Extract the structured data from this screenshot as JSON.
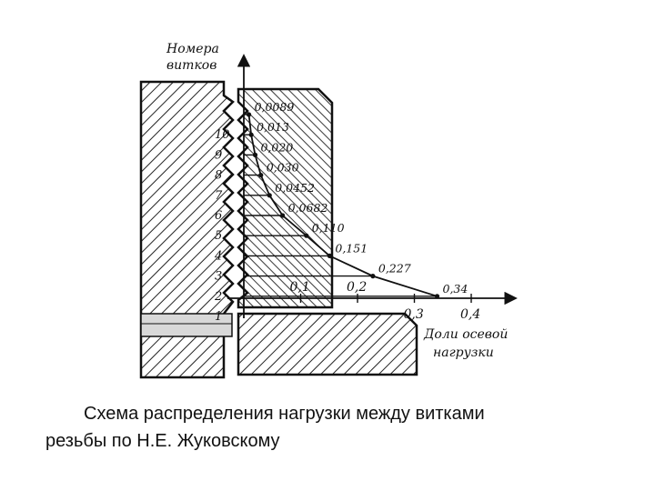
{
  "figure": {
    "y_axis_title": [
      "Номера",
      "витков"
    ],
    "x_axis_title": [
      "Доли осевой",
      "нагрузки"
    ],
    "x_ticks": [
      "0,1",
      "0,2",
      "0,3",
      "0,4"
    ]
  },
  "chart_data": {
    "type": "line",
    "x_axis_label": "Доли осевой нагрузки",
    "y_axis_label": "Номера витков",
    "points": [
      {
        "turn": "1",
        "label": "",
        "share": null
      },
      {
        "turn": "2",
        "label": "0,34",
        "share": 0.34
      },
      {
        "turn": "3",
        "label": "0,227",
        "share": 0.227
      },
      {
        "turn": "4",
        "label": "0,151",
        "share": 0.151
      },
      {
        "turn": "5",
        "label": "0,110",
        "share": 0.11
      },
      {
        "turn": "6",
        "label": "0,0682",
        "share": 0.0682
      },
      {
        "turn": "7",
        "label": "0,0452",
        "share": 0.0452
      },
      {
        "turn": "8",
        "label": "0,030",
        "share": 0.03
      },
      {
        "turn": "9",
        "label": "0,020",
        "share": 0.02
      },
      {
        "turn": "10",
        "label": "0,013",
        "share": 0.013
      },
      {
        "turn": "",
        "label": "0,0089",
        "share": 0.0089
      }
    ],
    "x_ticks": [
      0.1,
      0.2,
      0.3,
      0.4
    ]
  },
  "caption": {
    "line1": "Схема распределения нагрузки между витками",
    "line2": "резьбы по Н.Е. Жуковскому"
  }
}
